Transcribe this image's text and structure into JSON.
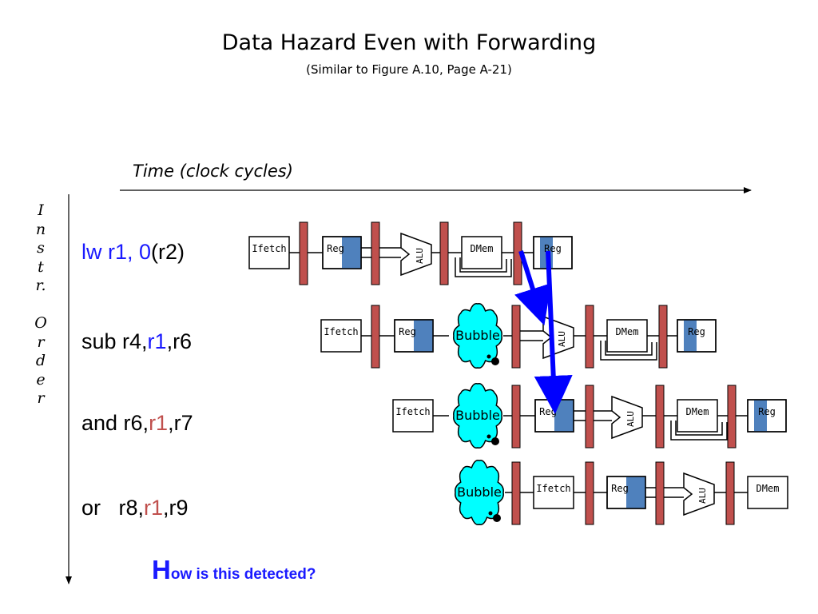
{
  "title": "Data Hazard Even with Forwarding",
  "subtitle": "(Similar to Figure A.10, Page A-21)",
  "time_axis_label": "Time (clock cycles)",
  "instr_order_letters": [
    "I",
    "n",
    "s",
    "t",
    "r.",
    "",
    "O",
    "r",
    "d",
    "e",
    "r"
  ],
  "instructions": [
    {
      "parts": [
        {
          "text": "lw r1, 0",
          "color": "blue"
        },
        {
          "text": "(r2)",
          "color": "black"
        }
      ]
    },
    {
      "parts": [
        {
          "text": "sub r4,",
          "color": "black"
        },
        {
          "text": "r1",
          "color": "blue"
        },
        {
          "text": ",r6",
          "color": "black"
        }
      ]
    },
    {
      "parts": [
        {
          "text": "and r6,",
          "color": "black"
        },
        {
          "text": "r1",
          "color": "red"
        },
        {
          "text": ",r7",
          "color": "black"
        }
      ]
    },
    {
      "parts": [
        {
          "text": "or   r8,",
          "color": "black"
        },
        {
          "text": "r1",
          "color": "red"
        },
        {
          "text": ",r9",
          "color": "black"
        }
      ]
    }
  ],
  "stage_labels": {
    "ifetch": "Ifetch",
    "reg": "Reg",
    "alu": "ALU",
    "dmem": "DMem",
    "bubble": "Bubble"
  },
  "question": {
    "first_letter": "H",
    "rest": "ow is this detected?"
  },
  "colors": {
    "pipeline_register": "#c0504d",
    "reg_shade": "#4f81bd",
    "bubble_fill": "#00ffff",
    "forward_arrow": "#0000ff",
    "text_blue": "#1a1aff",
    "text_red": "#c0504d"
  }
}
